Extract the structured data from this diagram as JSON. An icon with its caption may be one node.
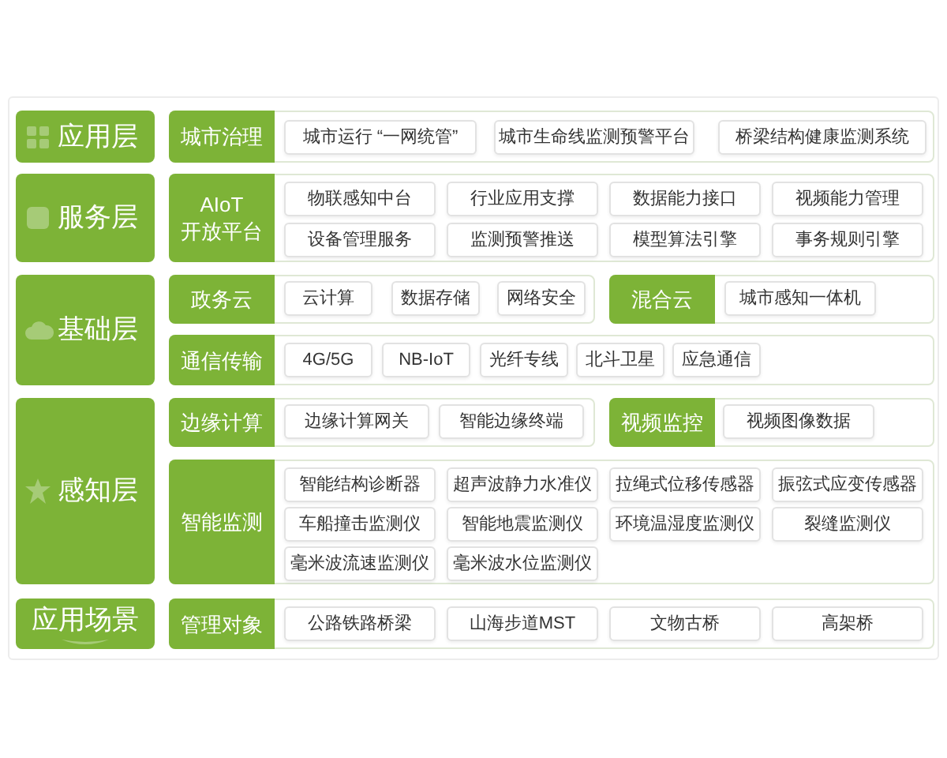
{
  "diagram": {
    "nodes": [
      {
        "text": [
          "应用层"
        ]
      },
      {
        "text": [
          "城市治理"
        ]
      },
      {
        "text": [
          "城市运行 “一网统管”"
        ],
        "in": 1
      },
      {
        "text": [
          "城市生命线监测预警平台"
        ],
        "in": 1
      },
      {
        "text": [
          "桥梁结构健康监测系统"
        ],
        "in": 1
      },
      {
        "text": [
          "服务层"
        ]
      },
      {
        "text": [
          "AIoT 开放平台"
        ]
      },
      {
        "text": [
          "物联感知中台"
        ],
        "in": 6
      },
      {
        "text": [
          "行业应用支撑"
        ],
        "in": 6
      },
      {
        "text": [
          "数据能力接口"
        ],
        "in": 6
      },
      {
        "text": [
          "视频能力管理"
        ],
        "in": 6
      },
      {
        "text": [
          "设备管理服务"
        ],
        "in": 6
      },
      {
        "text": [
          "监测预警推送"
        ],
        "in": 6
      },
      {
        "text": [
          "模型算法引擎"
        ],
        "in": 6
      },
      {
        "text": [
          "事务规则引擎"
        ],
        "in": 6
      },
      {
        "text": [
          "基础层"
        ]
      },
      {
        "text": [
          "政务云"
        ]
      },
      {
        "text": [
          "云计算"
        ],
        "in": 16
      },
      {
        "text": [
          "数据存储"
        ],
        "in": 16
      },
      {
        "text": [
          "网络安全"
        ],
        "in": 16
      },
      {
        "text": [
          "混合云"
        ]
      },
      {
        "text": [
          "城市感知一体机"
        ],
        "in": 20
      },
      {
        "text": [
          "通信传输"
        ]
      },
      {
        "text": [
          "4G/5G"
        ],
        "in": 22
      },
      {
        "text": [
          "NB-IoT"
        ],
        "in": 22
      },
      {
        "text": [
          "光纤专线"
        ],
        "in": 22
      },
      {
        "text": [
          "北斗卫星"
        ],
        "in": 22
      },
      {
        "text": [
          "应急通信"
        ],
        "in": 22
      },
      {
        "text": [
          "感知层"
        ]
      },
      {
        "text": [
          "边缘计算"
        ]
      },
      {
        "text": [
          "边缘计算网关"
        ],
        "in": 29
      },
      {
        "text": [
          "智能边缘终端"
        ],
        "in": 29
      },
      {
        "text": [
          "视频监控"
        ]
      },
      {
        "text": [
          "视频图像数据"
        ],
        "in": 32
      },
      {
        "text": [
          "智能监测"
        ]
      },
      {
        "text": [
          "智能结构诊断器"
        ],
        "in": 34
      },
      {
        "text": [
          "超声波静力水准仪"
        ],
        "in": 34
      },
      {
        "text": [
          "拉绳式位移传感器"
        ],
        "in": 34
      },
      {
        "text": [
          "振弦式应变传感器"
        ],
        "in": 34
      },
      {
        "text": [
          "车船撞击监测仪"
        ],
        "in": 34
      },
      {
        "text": [
          "智能地震监测仪"
        ],
        "in": 34
      },
      {
        "text": [
          "环境温湿度监测仪"
        ],
        "in": 34
      },
      {
        "text": [
          "裂缝监测仪"
        ],
        "in": 34
      },
      {
        "text": [
          "毫米波流速监测仪"
        ],
        "in": 34
      },
      {
        "text": [
          "毫米波水位监测仪"
        ],
        "in": 34
      },
      {
        "text": [
          "应用场景"
        ]
      },
      {
        "text": [
          "管理对象"
        ]
      },
      {
        "text": [
          "公路铁路桥梁"
        ],
        "in": 46
      },
      {
        "text": [
          "山海步道MST"
        ],
        "in": 46
      },
      {
        "text": [
          "文物古桥"
        ],
        "in": 46
      },
      {
        "text": [
          "高架桥"
        ],
        "in": 46
      }
    ]
  }
}
